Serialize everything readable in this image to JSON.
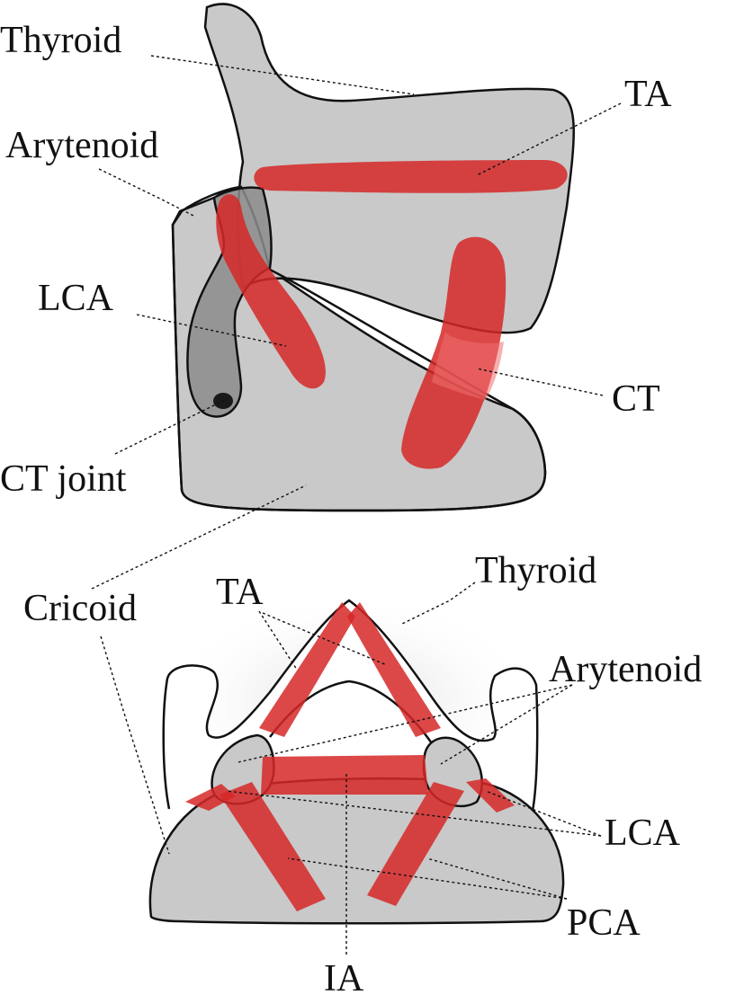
{
  "side_view": {
    "labels": {
      "thyroid": "Thyroid",
      "ta": "TA",
      "arytenoid": "Arytenoid",
      "lca": "LCA",
      "ct": "CT",
      "ct_joint": "CT joint"
    }
  },
  "top_view": {
    "labels": {
      "cricoid": "Cricoid",
      "ta": "TA",
      "thyroid": "Thyroid",
      "arytenoid": "Arytenoid",
      "lca": "LCA",
      "pca": "PCA",
      "ia": "IA"
    }
  },
  "colors": {
    "cartilage": "#c9c9c9",
    "muscle": "#d62828",
    "outline": "#111111"
  }
}
